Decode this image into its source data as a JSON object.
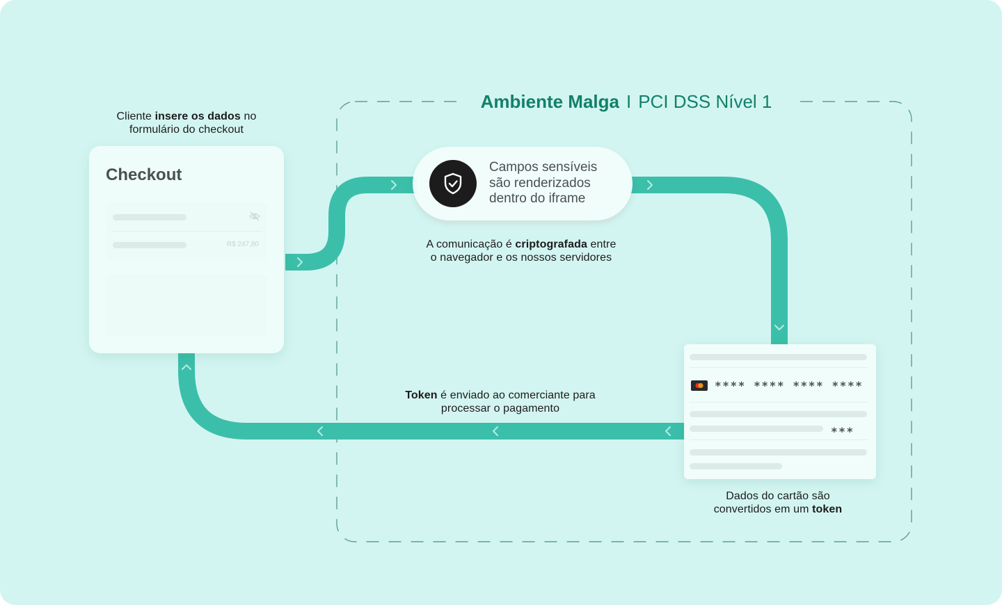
{
  "environment": {
    "name": "Ambiente Malga",
    "separator": "I",
    "level": "PCI DSS Nível 1"
  },
  "client_caption": {
    "prefix": "Cliente ",
    "bold": "insere os dados",
    "suffix": " no",
    "line2": "formulário do checkout"
  },
  "checkout": {
    "title": "Checkout",
    "amount": "R$ 247,80"
  },
  "iframe": {
    "line1": "Campos sensíveis",
    "line2": "são renderizados",
    "line3": "dentro do iframe"
  },
  "encryption_caption": {
    "prefix": "A comunicação é ",
    "bold": "criptografada",
    "suffix": " entre",
    "line2": "o navegador e os nossos servidores"
  },
  "token_caption": {
    "bold": "Token",
    "suffix": " é enviado ao comerciante para",
    "line2": "processar o pagamento"
  },
  "card": {
    "number": "**** **** **** ****",
    "cvv": "***"
  },
  "card_caption": {
    "line1": "Dados do cartão são",
    "prefix2": "convertidos em um ",
    "bold": "token"
  },
  "colors": {
    "background": "#d3f5f1",
    "path": "#3bbfaa",
    "accent": "#12806b",
    "dashed_border": "#5d9e96"
  },
  "icons": {
    "shield": "shield-check-icon",
    "eye": "eye-off-icon",
    "card_brand": "mastercard-icon",
    "arrow": "chevron-icon"
  }
}
